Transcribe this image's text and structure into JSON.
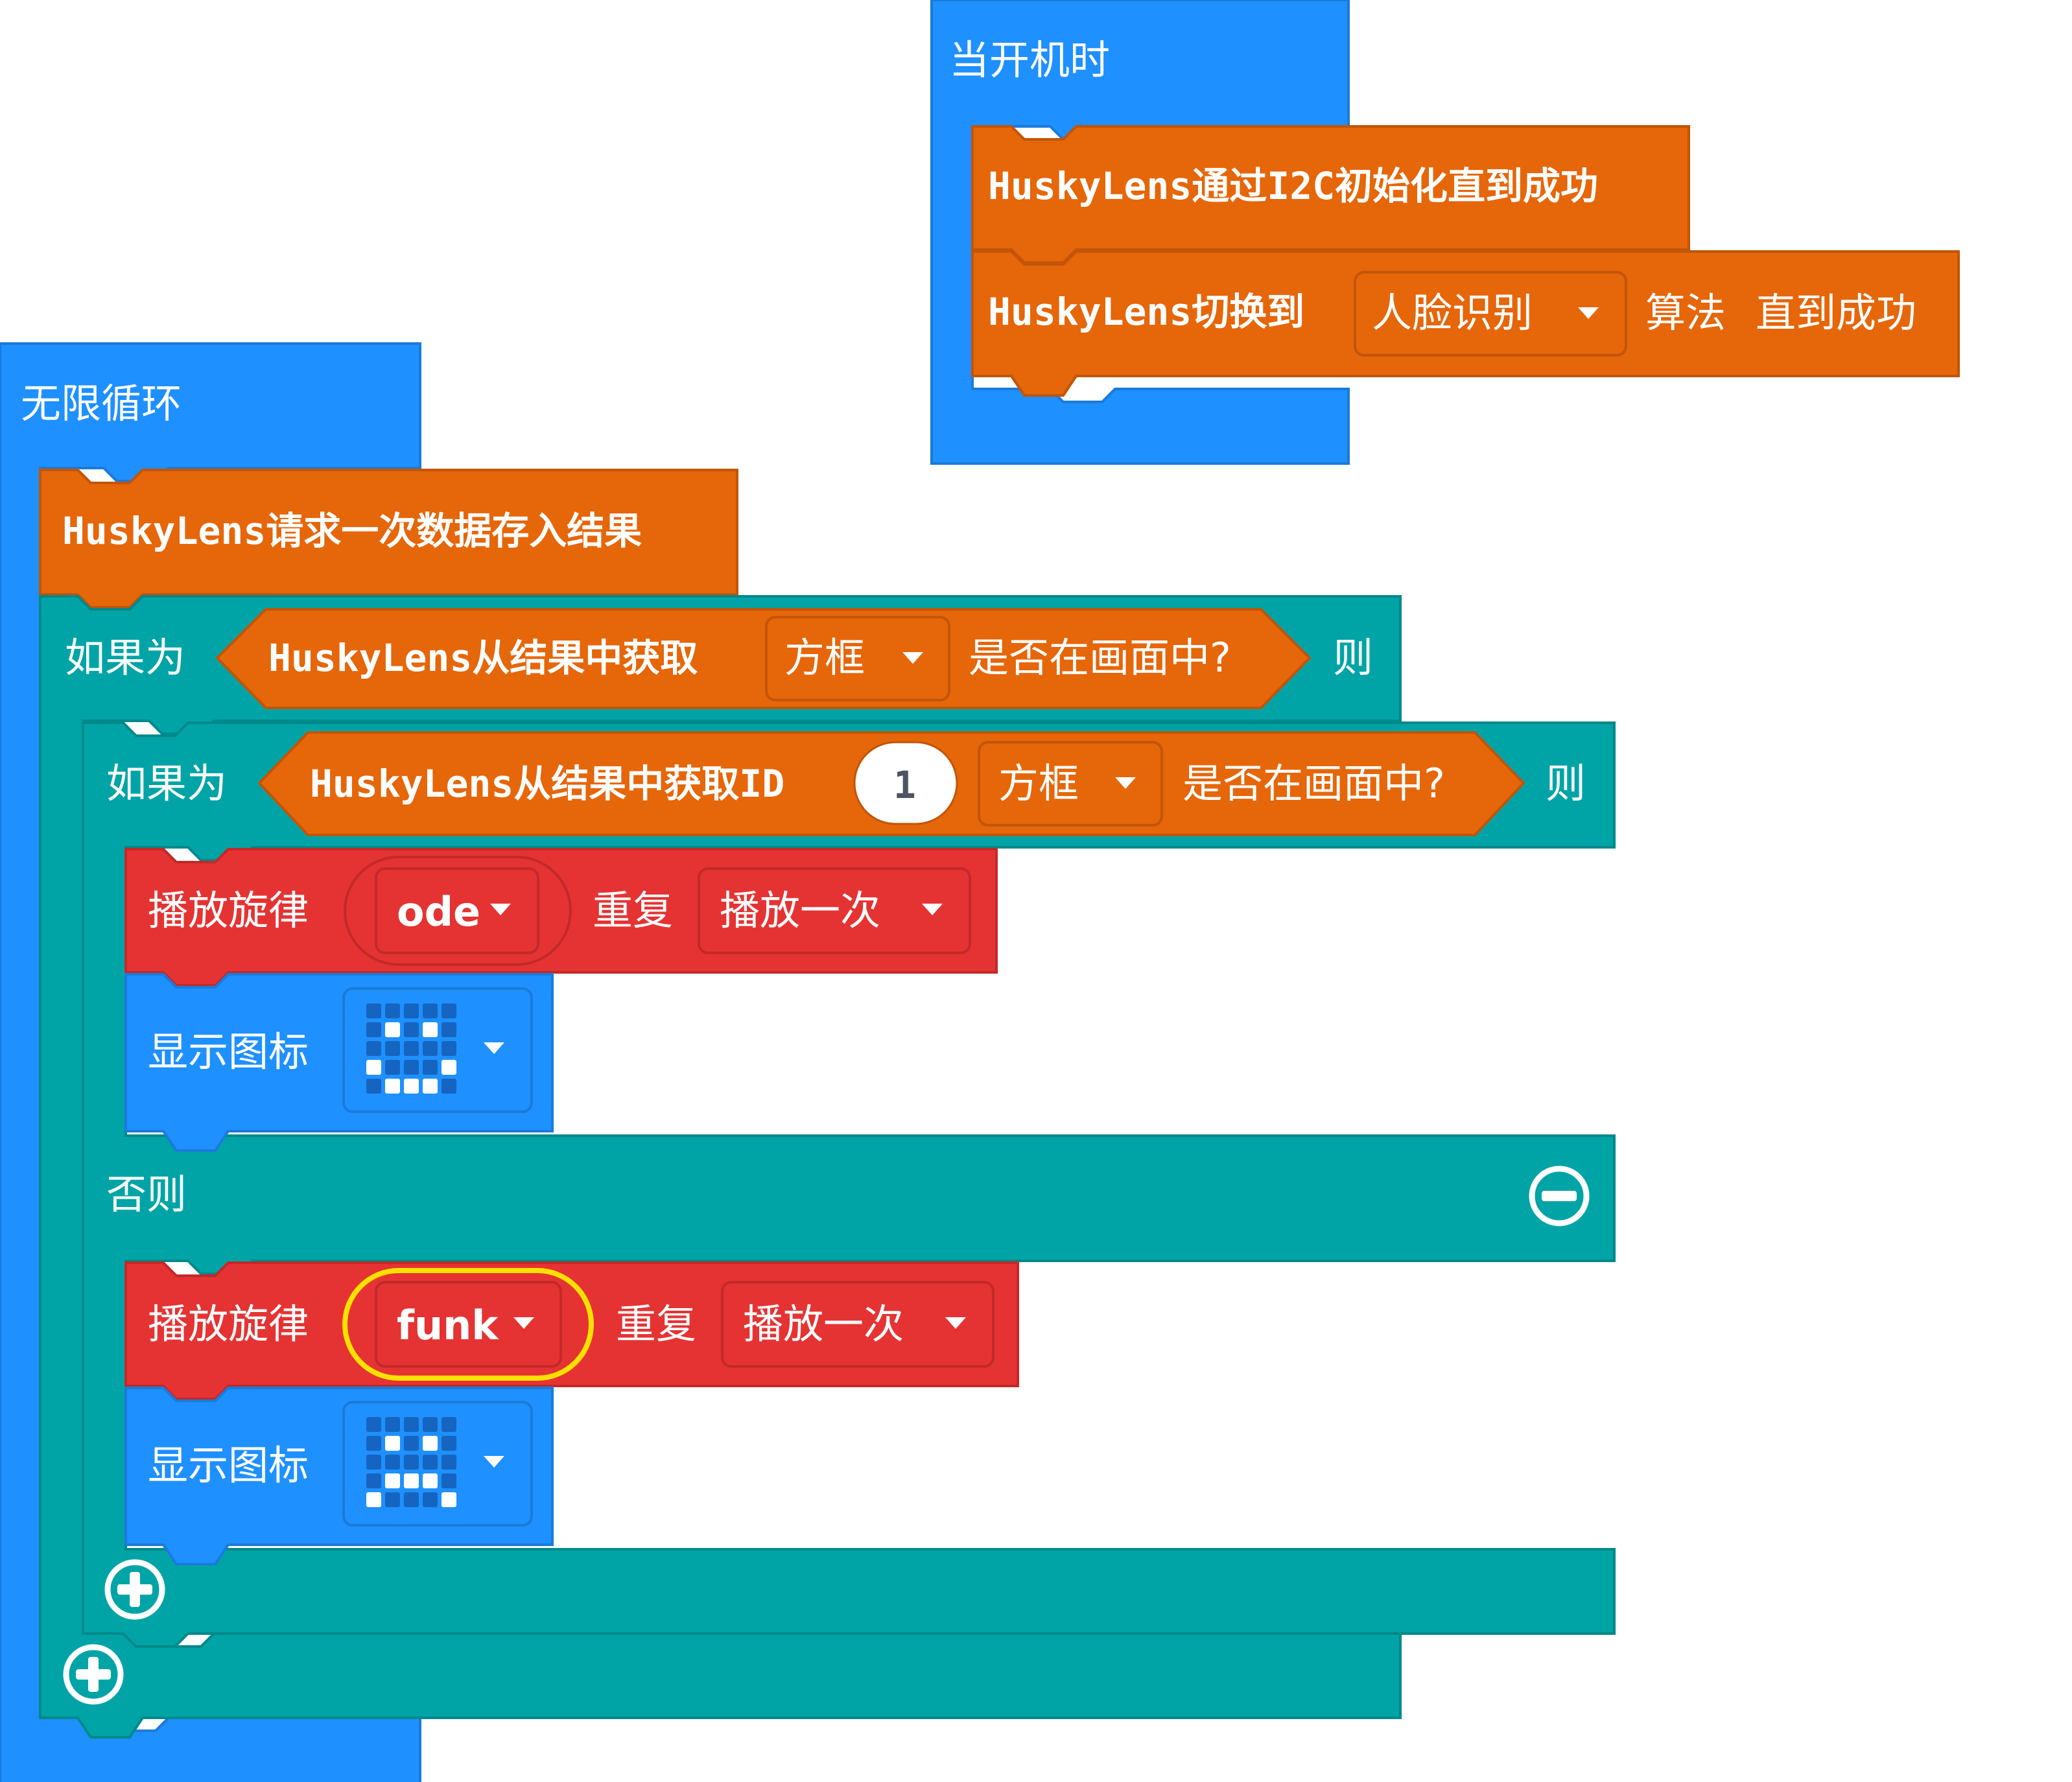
{
  "colors": {
    "loops_blue": "#1E90FF",
    "logic_teal": "#00A4A6",
    "husky_orange": "#E6660A",
    "music_red": "#E53333",
    "highlight_yellow": "#FFE000",
    "number_text": "#4D5563"
  },
  "on_start": {
    "label": "当开机时",
    "init_block": {
      "label": "HuskyLens通过I2C初始化直到成功"
    },
    "switch_block": {
      "prefix": "HuskyLens切换到",
      "dropdown_value": "人脸识别",
      "middle": "算法",
      "suffix": "直到成功"
    }
  },
  "forever": {
    "label": "无限循环",
    "request_block": {
      "label": "HuskyLens请求一次数据存入结果"
    },
    "if_outer": {
      "if_label": "如果为",
      "condition_prefix": "HuskyLens从结果中获取",
      "condition_dropdown": "方框",
      "condition_suffix": "是否在画面中?",
      "then_label": "则"
    },
    "if_inner": {
      "if_label": "如果为",
      "condition_prefix": "HuskyLens从结果中获取ID",
      "condition_id": "1",
      "condition_dropdown": "方框",
      "condition_suffix": "是否在画面中?",
      "then_label": "则",
      "else_label": "否则"
    },
    "melody_then": {
      "label": "播放旋律",
      "melody": "ode",
      "repeat_label": "重复",
      "repeat_value": "播放一次"
    },
    "icon_then": {
      "label": "显示图标",
      "icon": "happy-face-icon"
    },
    "melody_else": {
      "label": "播放旋律",
      "melody": "funk",
      "repeat_label": "重复",
      "repeat_value": "播放一次"
    },
    "icon_else": {
      "label": "显示图标",
      "icon": "sad-face-icon"
    }
  },
  "icons": {
    "collapse": "minus-circle-icon",
    "add_else_inner": "plus-circle-icon",
    "add_else_outer": "plus-circle-icon",
    "dropdown": "caret-down-icon"
  },
  "led_grids": {
    "happy": [
      [
        0,
        0,
        0,
        0,
        0
      ],
      [
        0,
        1,
        0,
        1,
        0
      ],
      [
        0,
        0,
        0,
        0,
        0
      ],
      [
        1,
        0,
        0,
        0,
        1
      ],
      [
        0,
        1,
        1,
        1,
        0
      ]
    ],
    "sad": [
      [
        0,
        0,
        0,
        0,
        0
      ],
      [
        0,
        1,
        0,
        1,
        0
      ],
      [
        0,
        0,
        0,
        0,
        0
      ],
      [
        0,
        1,
        1,
        1,
        0
      ],
      [
        1,
        0,
        0,
        0,
        1
      ]
    ]
  }
}
